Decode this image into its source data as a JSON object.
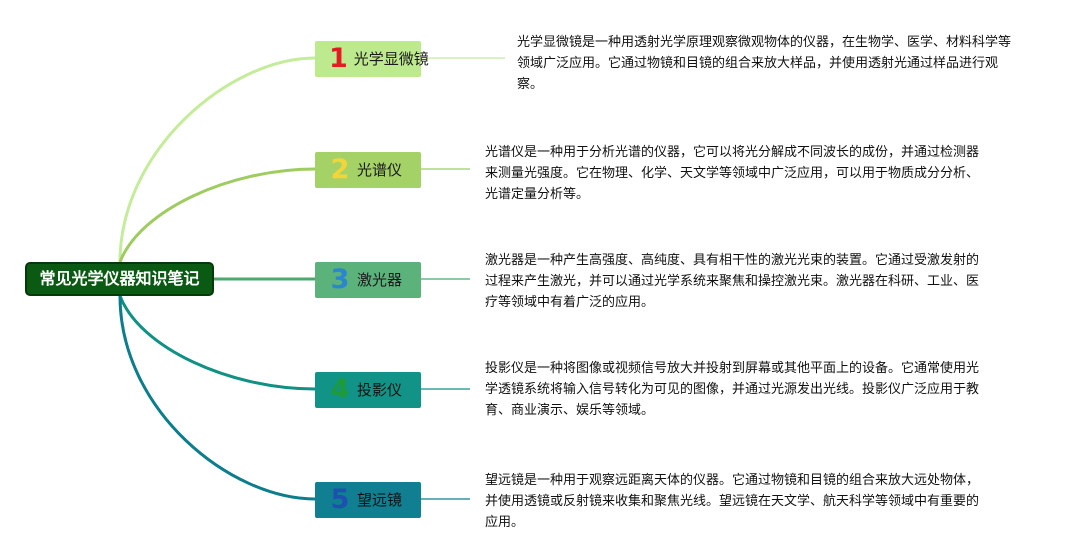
{
  "root": {
    "label": "常见光学仪器知识笔记"
  },
  "branches": [
    {
      "number": "1",
      "label": "光学显微镜",
      "number_color": "#e31b23",
      "box_color": "#bde98f",
      "line_color": "#c4ec9a",
      "text_color": "#1a1a1a",
      "description": "光学显微镜是一种用透射光学原理观察微观物体的仪器，在生物学、医学、材料科学等领域广泛应用。它通过物镜和目镜的组合来放大样品，并使用透射光通过样品进行观察。"
    },
    {
      "number": "2",
      "label": "光谱仪",
      "number_color": "#f3d53a",
      "box_color": "#a4d267",
      "line_color": "#9fcc61",
      "text_color": "#1a1a1a",
      "description": "光谱仪是一种用于分析光谱的仪器，它可以将光分解成不同波长的成份，并通过检测器来测量光强度。它在物理、化学、天文学等领域中广泛应用，可以用于物质成分分析、光谱定量分析等。"
    },
    {
      "number": "3",
      "label": "激光器",
      "number_color": "#2b86cf",
      "box_color": "#5bb27b",
      "line_color": "#4ea86e",
      "text_color": "#1a1a1a",
      "description": "激光器是一种产生高强度、高纯度、具有相干性的激光光束的装置。它通过受激发射的过程来产生激光，并可以通过光学系统来聚焦和操控激光束。激光器在科研、工业、医疗等领域中有着广泛的应用。"
    },
    {
      "number": "4",
      "label": "投影仪",
      "number_color": "#1e9a36",
      "box_color": "#119487",
      "line_color": "#0f9183",
      "text_color": "#111111",
      "description": "投影仪是一种将图像或视频信号放大并投射到屏幕或其他平面上的设备。它通常使用光学透镜系统将输入信号转化为可见的图像，并通过光源发出光线。投影仪广泛应用于教育、商业演示、娱乐等领域。"
    },
    {
      "number": "5",
      "label": "望远镜",
      "number_color": "#1f4fb0",
      "box_color": "#0f7f91",
      "line_color": "#0c7d8c",
      "text_color": "#111111",
      "description": "望远镜是一种用于观察远距离天体的仪器。它通过物镜和目镜的组合来放大远处物体，并使用透镜或反射镜来收集和聚焦光线。望远镜在天文学、航天科学等领域中有重要的应用。"
    }
  ]
}
